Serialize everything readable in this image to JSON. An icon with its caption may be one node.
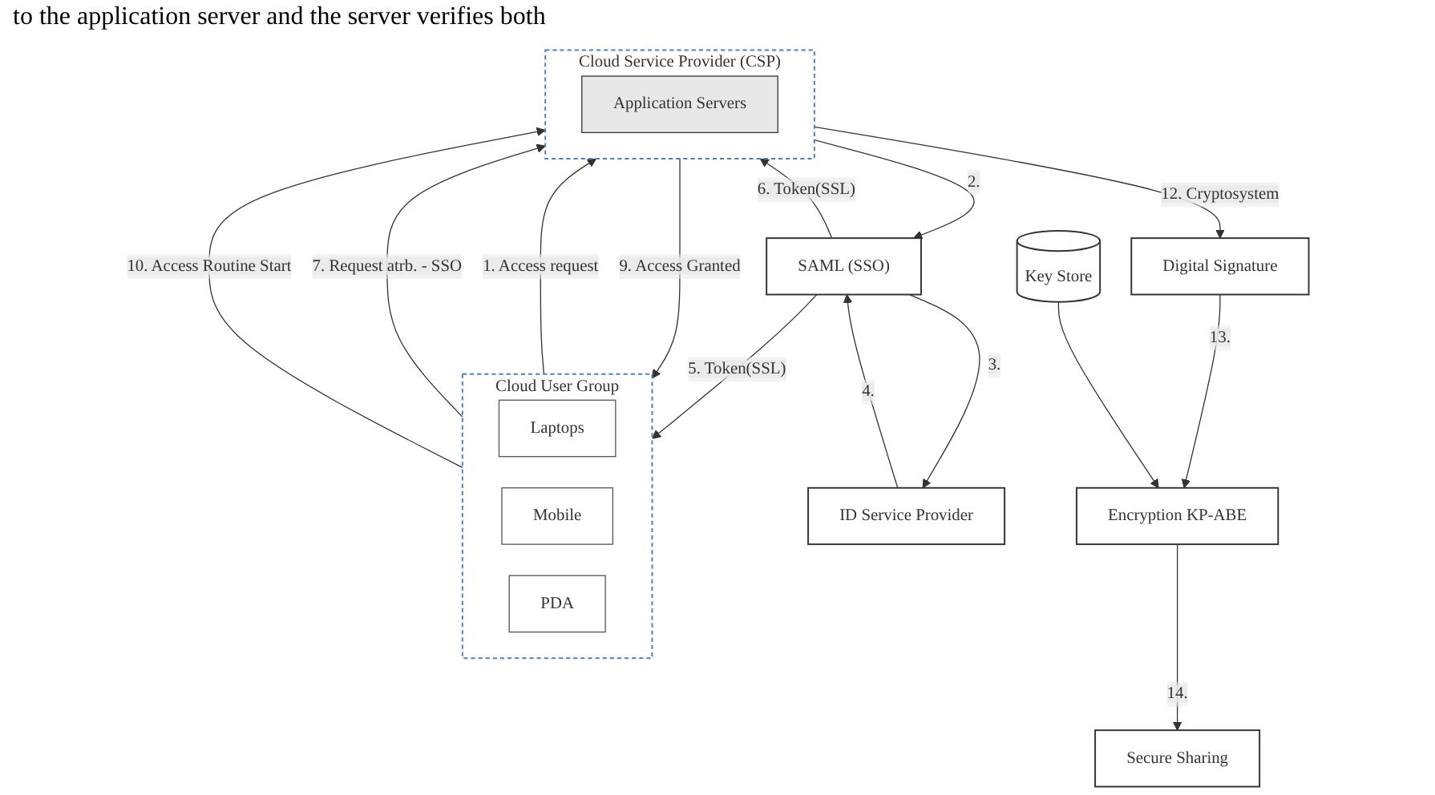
{
  "diagram": {
    "nodes": [
      {
        "text": [
          "Cloud User Group"
        ]
      },
      {
        "text": [
          "Laptops"
        ],
        "in": 0
      },
      {
        "text": [
          "Mobile"
        ],
        "in": 0
      },
      {
        "text": [
          "PDA"
        ],
        "in": 0
      },
      {
        "text": [
          "SAML (SSO)"
        ]
      },
      {
        "text": [
          "Cloud Service Provider (CSP)"
        ]
      },
      {
        "text": [
          "Application Servers"
        ],
        "in": 5
      },
      {
        "text": [
          "ID Service Provider"
        ]
      },
      {
        "text": [
          "Digital Signature"
        ]
      },
      {
        "text": [
          "Encryption KP-ABE"
        ]
      },
      {
        "text": [
          "Key Store"
        ]
      },
      {
        "text": [
          "Secure Sharing"
        ]
      }
    ],
    "edges": [
      {
        "from": 0,
        "to": 5,
        "arrow": "to",
        "label": "1. Access request"
      },
      {
        "from": 5,
        "to": 4,
        "arrow": "to",
        "label": "2."
      },
      {
        "from": 4,
        "to": 7,
        "arrow": "to",
        "label": "3."
      },
      {
        "from": 7,
        "to": 4,
        "arrow": "to",
        "label": "4."
      },
      {
        "from": 4,
        "to": 0,
        "arrow": "to",
        "label": "5. Token(SSL)"
      },
      {
        "from": 4,
        "to": 5,
        "arrow": "to",
        "label": "6. Token(SSL)"
      },
      {
        "from": 0,
        "to": 5,
        "arrow": "to",
        "label": "7. Request atrb. - SSO"
      },
      {
        "from": 5,
        "to": 0,
        "arrow": "to",
        "label": "9. Access Granted"
      },
      {
        "from": 0,
        "to": 5,
        "arrow": "to",
        "label": "10. Access Routine Start"
      },
      {
        "from": 5,
        "to": 8,
        "arrow": "to",
        "label": "12. Cryptosystem"
      },
      {
        "from": 8,
        "to": 9,
        "arrow": "to",
        "label": "13."
      },
      {
        "from": 10,
        "to": 9,
        "arrow": "to"
      },
      {
        "from": 9,
        "to": 11,
        "arrow": "to",
        "label": "14."
      }
    ],
    "labels": [
      "to the application server and the server verifies both"
    ]
  }
}
